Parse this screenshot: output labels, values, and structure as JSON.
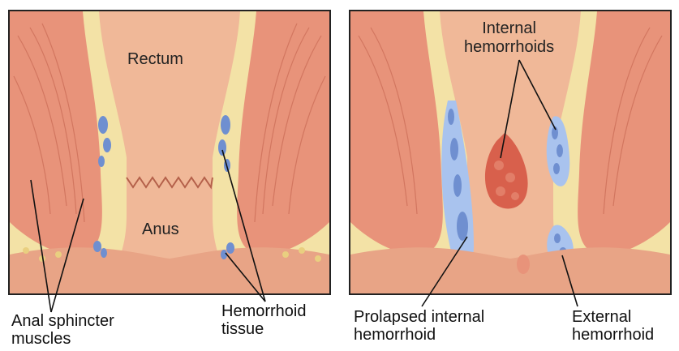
{
  "left_panel": {
    "labels": {
      "rectum": "Rectum",
      "anus": "Anus"
    },
    "captions": {
      "anal_sphincter_line1": "Anal sphincter",
      "anal_sphincter_line2": "muscles",
      "hemorrhoid_tissue_line1": "Hemorrhoid",
      "hemorrhoid_tissue_line2": "tissue"
    }
  },
  "right_panel": {
    "labels": {
      "internal_line1": "Internal",
      "internal_line2": "hemorrhoids"
    },
    "captions": {
      "prolapsed_line1": "Prolapsed internal",
      "prolapsed_line2": "hemorrhoid",
      "external_line1": "External",
      "external_line2": "hemorrhoid"
    }
  },
  "colors": {
    "muscle": "#e8937a",
    "muscle_fiber": "#c96a55",
    "lumen": "#f0b898",
    "fat": "#f3e2a6",
    "vessel": "#6f8fd0",
    "vessel_light": "#a9c3ee",
    "hemorrhoid_red": "#d8604c",
    "border": "#222222"
  }
}
